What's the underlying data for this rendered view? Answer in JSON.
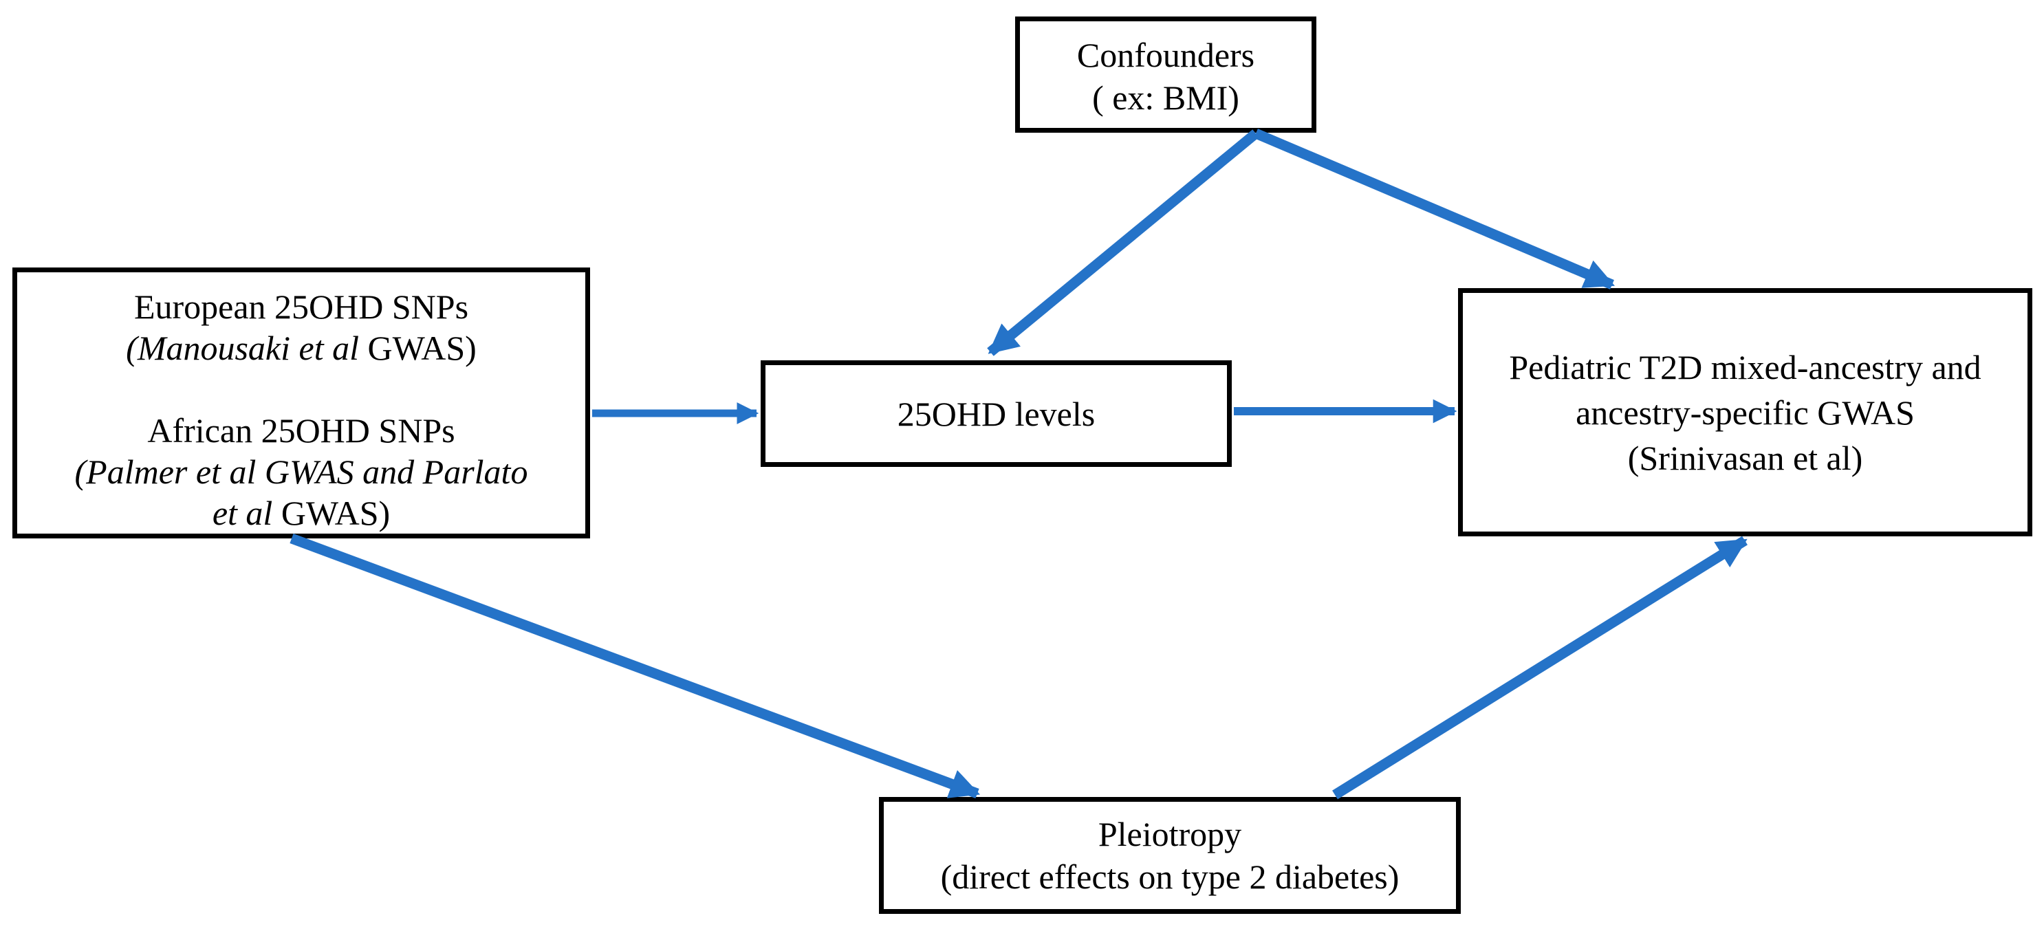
{
  "colors": {
    "arrow": "#2573C8",
    "box_border": "#000000",
    "text": "#000000",
    "background": "#FFFFFF"
  },
  "nodes": {
    "confounders": {
      "id": "confounders",
      "line1": "Confounders",
      "line2": "( ex: BMI)"
    },
    "snps": {
      "id": "snps",
      "line1": "European 25OHD SNPs",
      "line2_italic": "(Manousaki et al",
      "line2_regular": " GWAS)",
      "line3": "African 25OHD SNPs",
      "line4_italic": "(Palmer et al GWAS and Parlato",
      "line5_italic": "et al",
      "line5_regular": " GWAS)"
    },
    "levels": {
      "id": "25ohd-levels",
      "line1": "25OHD levels"
    },
    "outcome": {
      "id": "outcome-gwas",
      "line1": "Pediatric T2D mixed-ancestry and",
      "line2": "ancestry-specific GWAS",
      "line3": "(Srinivasan et al)"
    },
    "pleiotropy": {
      "id": "pleiotropy",
      "line1": "Pleiotropy",
      "line2": "(direct effects on type 2 diabetes)"
    }
  },
  "edges": [
    {
      "from": "confounders",
      "to": "25ohd-levels"
    },
    {
      "from": "confounders",
      "to": "outcome-gwas"
    },
    {
      "from": "snps",
      "to": "25ohd-levels"
    },
    {
      "from": "25ohd-levels",
      "to": "outcome-gwas"
    },
    {
      "from": "snps",
      "to": "pleiotropy"
    },
    {
      "from": "pleiotropy",
      "to": "outcome-gwas"
    }
  ]
}
